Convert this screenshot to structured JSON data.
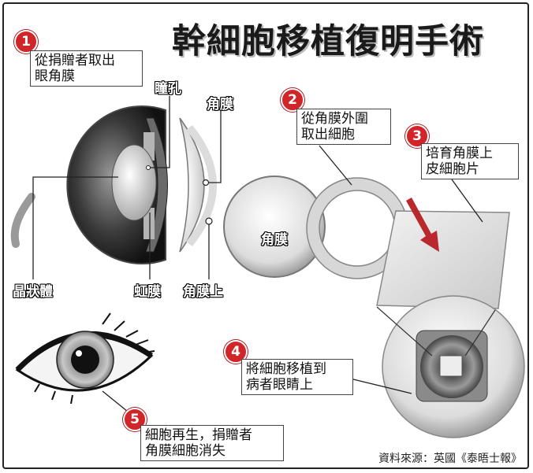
{
  "title": "幹細胞移植復明手術",
  "steps": [
    {
      "number": "1",
      "text_lines": [
        "從捐贈者取出",
        "眼角膜"
      ]
    },
    {
      "number": "2",
      "text_lines": [
        "從角膜外圍",
        "取出細胞"
      ]
    },
    {
      "number": "3",
      "text_lines": [
        "培育角膜上",
        "皮細胞片"
      ]
    },
    {
      "number": "4",
      "text_lines": [
        "將細胞移植到",
        "病者眼睛上"
      ]
    },
    {
      "number": "5",
      "text_lines": [
        "細胞再生，捐贈者",
        "角膜細胞消失"
      ]
    }
  ],
  "labels": {
    "pupil": "瞳孔",
    "cornea_top": "角膜",
    "lens": "晶狀體",
    "iris": "虹膜",
    "corneal_epithelium": "角膜上",
    "cornea_disc": "角膜"
  },
  "source": "資料來源：英國《泰晤士報》",
  "colors": {
    "accent": "#d0262a",
    "arrow": "#b8282c"
  }
}
